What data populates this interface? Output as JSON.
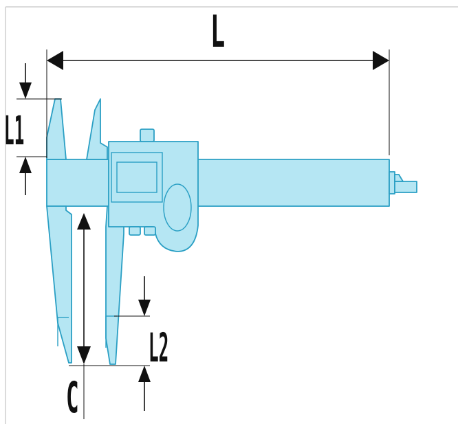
{
  "labels": {
    "overall_length": "L",
    "upper_jaw_length": "L1",
    "lower_jaw_length": "L2",
    "capacity": "C"
  },
  "colors": {
    "body_fill": "#b5e6f3",
    "body_stroke": "#2a9fc4",
    "dimension": "#111111"
  }
}
